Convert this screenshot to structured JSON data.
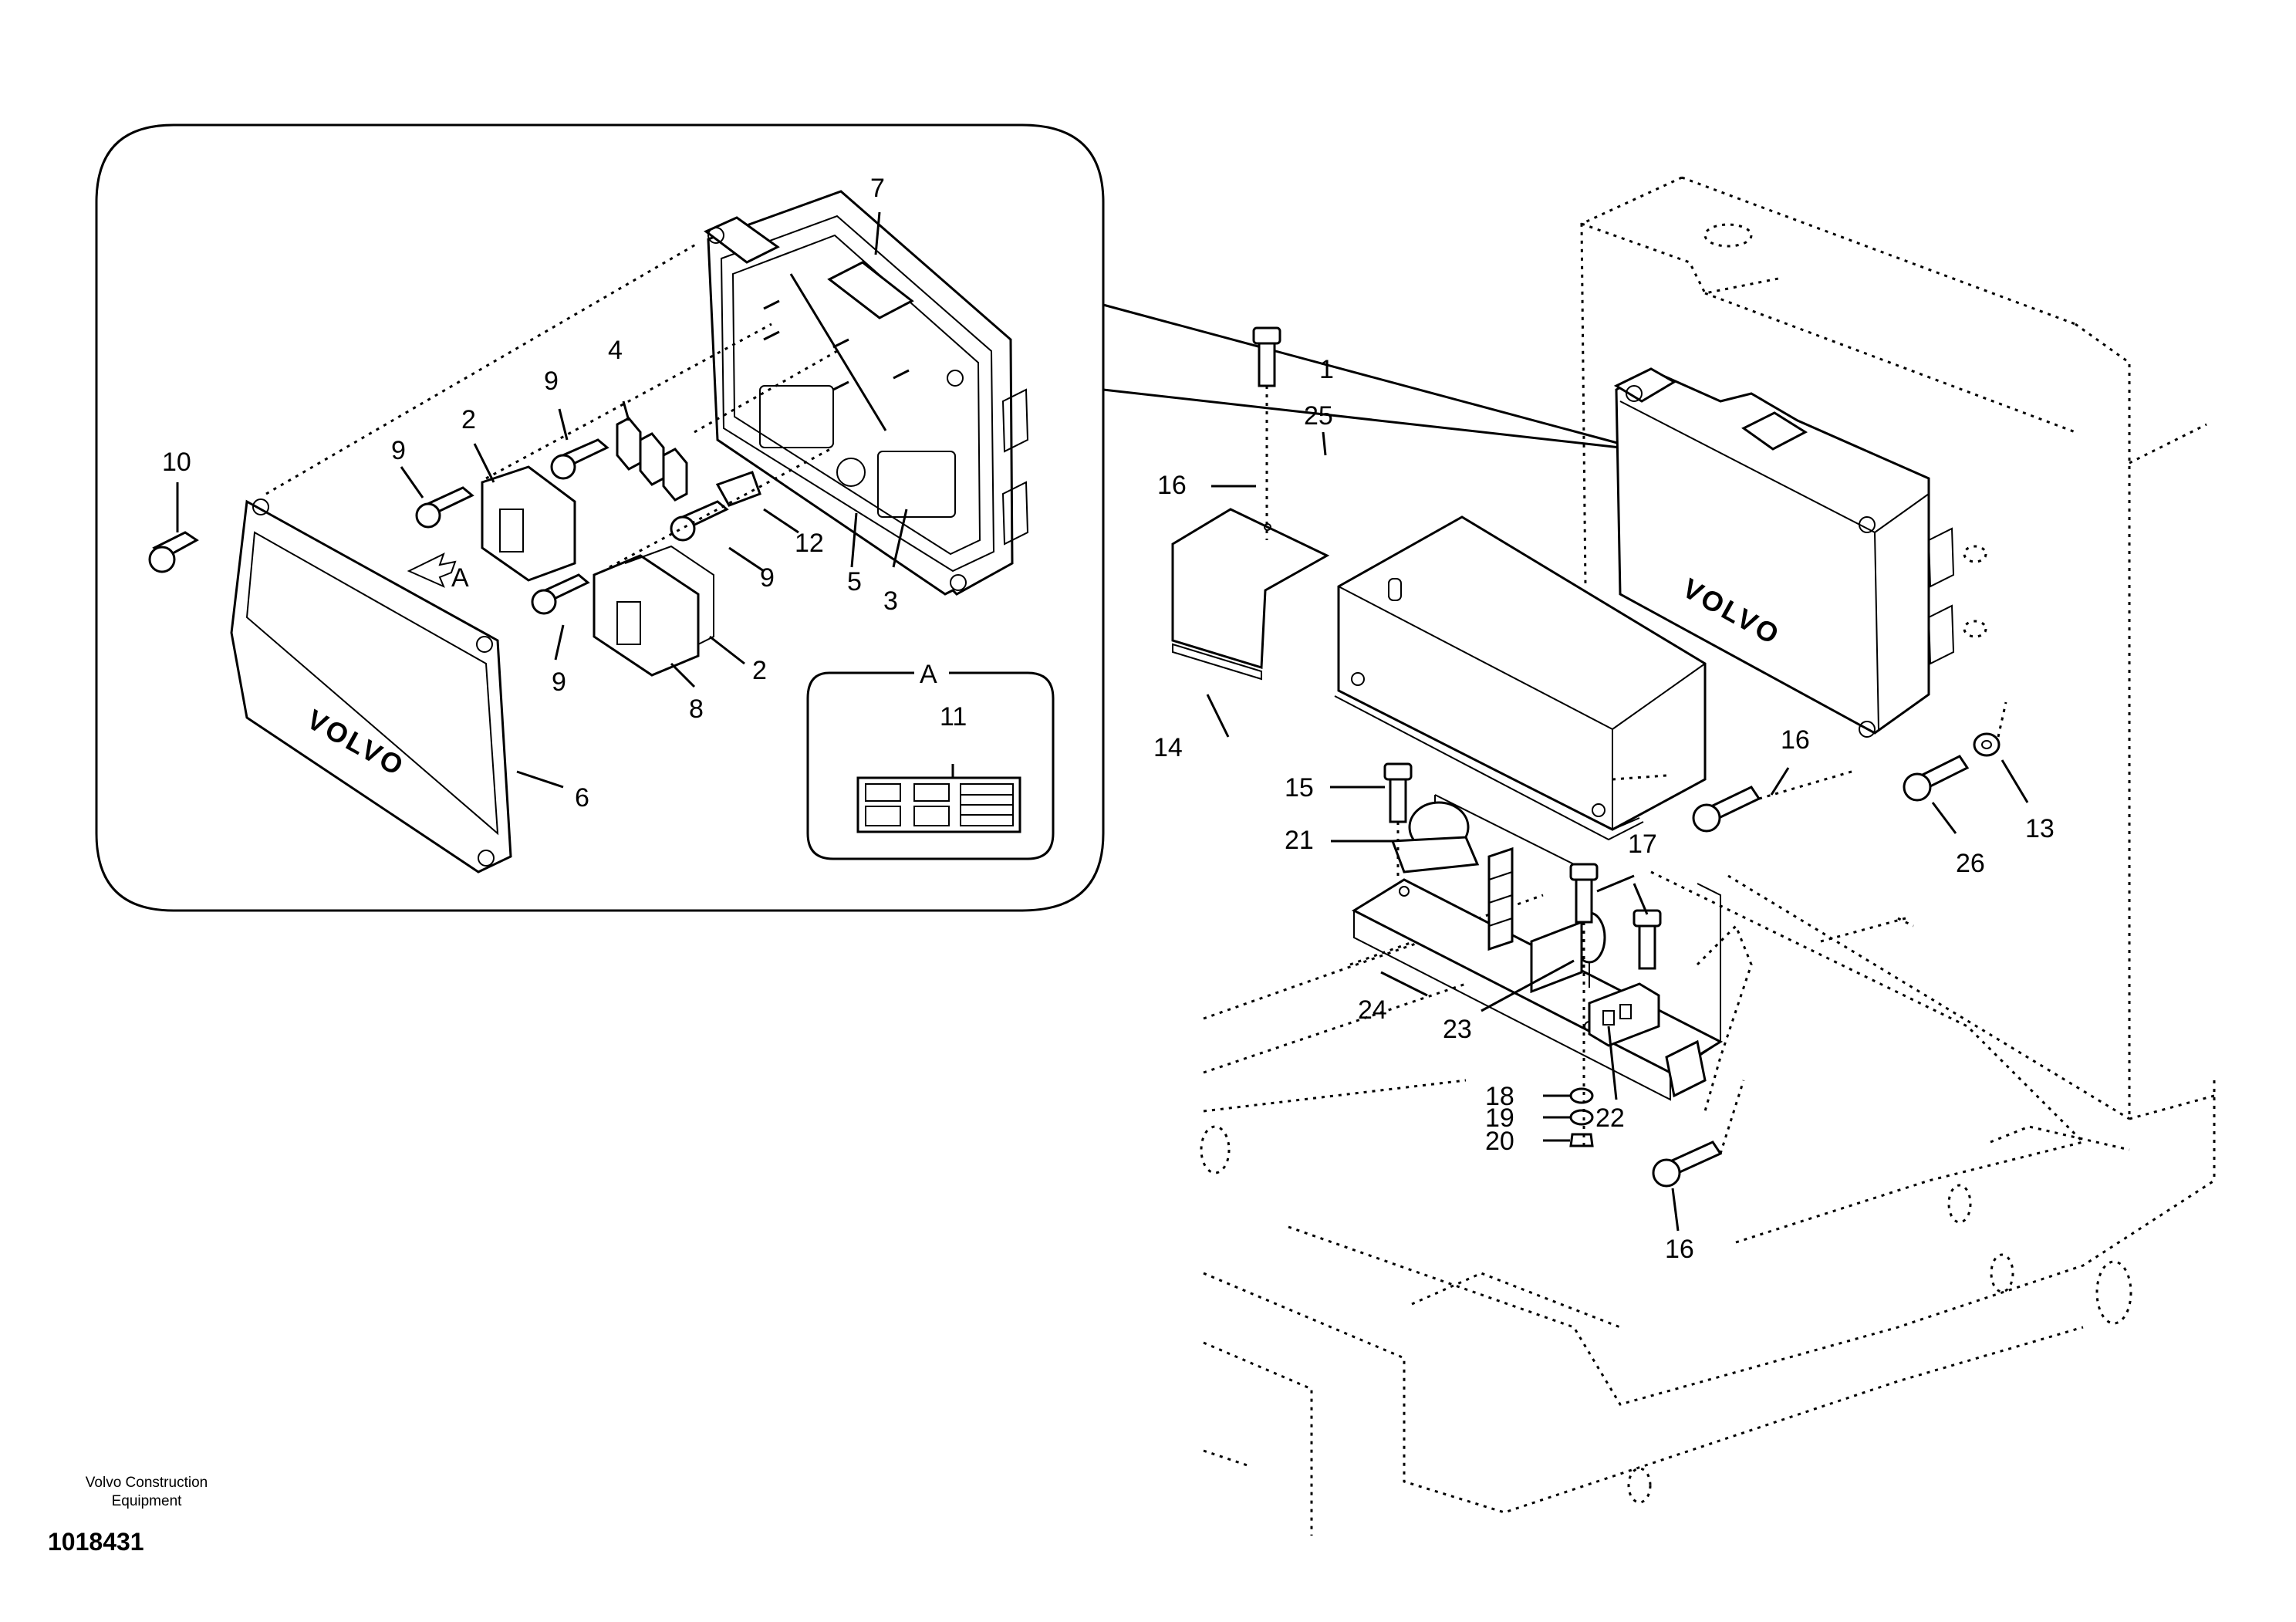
{
  "callouts": {
    "c1": "1",
    "c2a": "2",
    "c2b": "2",
    "c3": "3",
    "c4": "4",
    "c5": "5",
    "c6": "6",
    "c7": "7",
    "c8": "8",
    "c9a": "9",
    "c9b": "9",
    "c9c": "9",
    "c9d": "9",
    "c10": "10",
    "c11": "11",
    "c12": "12",
    "c13": "13",
    "c14": "14",
    "c15": "15",
    "c16a": "16",
    "c16b": "16",
    "c16c": "16",
    "c17": "17",
    "c18": "18",
    "c19": "19",
    "c20": "20",
    "c21": "21",
    "c22": "22",
    "c23": "23",
    "c24": "24",
    "c25": "25",
    "c26": "26"
  },
  "view_marker": "A",
  "inset_title": "A",
  "brand_text": "VOLVO",
  "footer": {
    "company_line1": "Volvo Construction",
    "company_line2": "Equipment",
    "doc_number": "1018431"
  }
}
